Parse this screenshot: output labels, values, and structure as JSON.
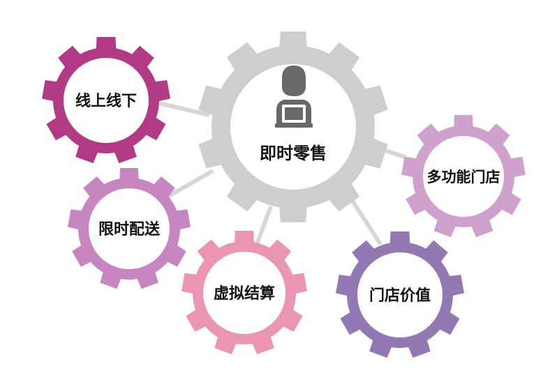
{
  "center": {
    "label": "即时零售",
    "icon": "person-laptop-icon",
    "color": "#cfcece",
    "icon_color": "#6a6768"
  },
  "satellites": [
    {
      "id": "online-offline",
      "label": "线上线下",
      "color": "#b23a84"
    },
    {
      "id": "multi-function-store",
      "label": "多功能门店",
      "color": "#cfa2ce"
    },
    {
      "id": "limited-time-delivery",
      "label": "限时配送",
      "color": "#c786bf"
    },
    {
      "id": "virtual-settlement",
      "label": "虚拟结算",
      "color": "#ea95b4"
    },
    {
      "id": "store-value",
      "label": "门店价值",
      "color": "#9379b4"
    }
  ],
  "connector_color": "#d6d6d6"
}
